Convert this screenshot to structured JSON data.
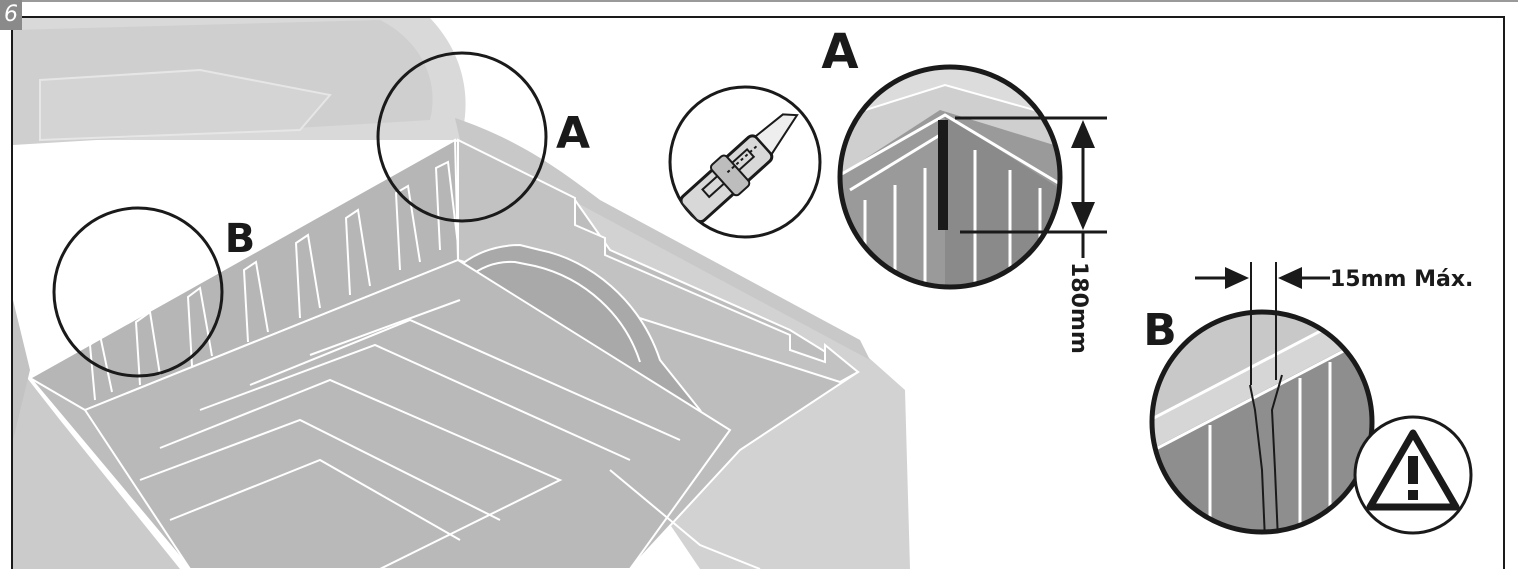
{
  "step": {
    "number": "6"
  },
  "labels": {
    "a_main": "A",
    "b_main": "B",
    "a_detail": "A",
    "b_detail": "B"
  },
  "dimensions": {
    "height": "180mm",
    "gap": "15mm Máx."
  },
  "icons": {
    "knife": "utility-knife-icon",
    "warning": "warning-icon"
  },
  "colors": {
    "frame": "#1a1a1a",
    "badge": "#8a8a8a",
    "bedliner": "#bfbfbf",
    "vehicle": "#d6d6d6",
    "detail_dark": "#8c8c8c"
  }
}
